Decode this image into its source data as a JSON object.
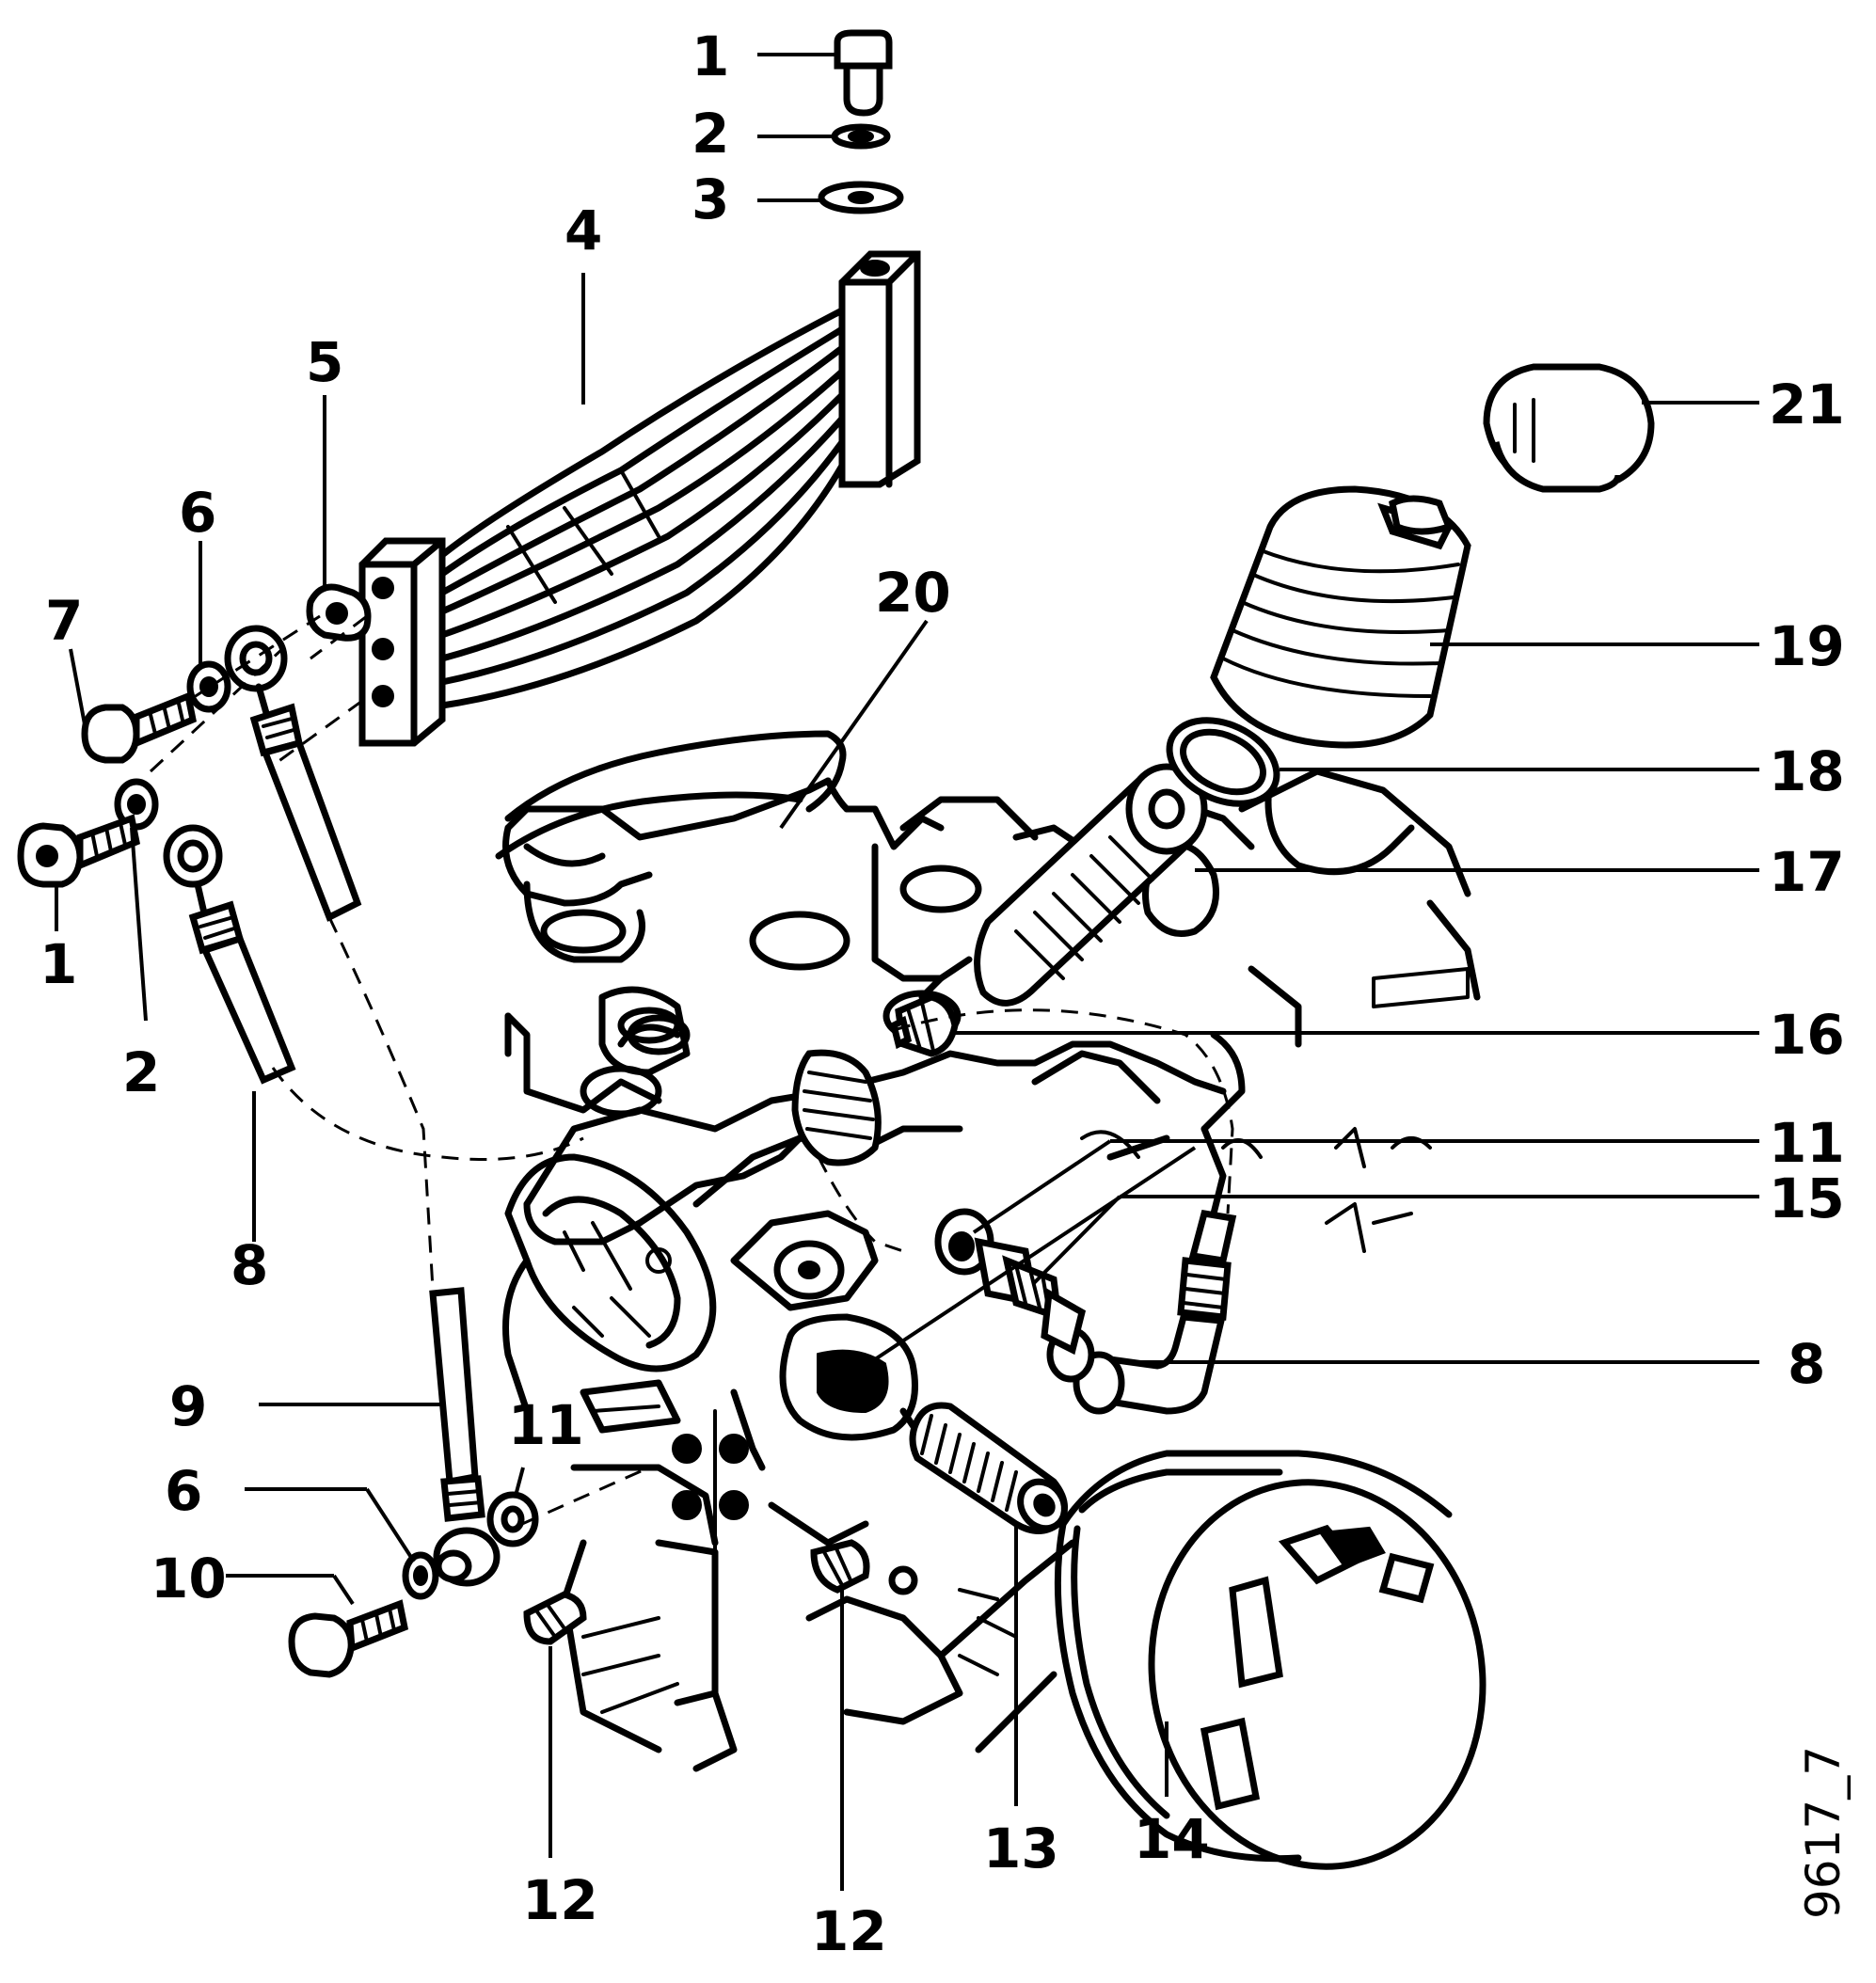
{
  "reference_number": "9617_7",
  "callouts": [
    {
      "id": "c1a",
      "text": "1"
    },
    {
      "id": "c2a",
      "text": "2"
    },
    {
      "id": "c3",
      "text": "3"
    },
    {
      "id": "c4",
      "text": "4"
    },
    {
      "id": "c5",
      "text": "5"
    },
    {
      "id": "c6a",
      "text": "6"
    },
    {
      "id": "c7",
      "text": "7"
    },
    {
      "id": "c1b",
      "text": "1"
    },
    {
      "id": "c2b",
      "text": "2"
    },
    {
      "id": "c20",
      "text": "20"
    },
    {
      "id": "c21",
      "text": "21"
    },
    {
      "id": "c19",
      "text": "19"
    },
    {
      "id": "c18",
      "text": "18"
    },
    {
      "id": "c17",
      "text": "17"
    },
    {
      "id": "c16",
      "text": "16"
    },
    {
      "id": "c11a",
      "text": "11"
    },
    {
      "id": "c15",
      "text": "15"
    },
    {
      "id": "c8a",
      "text": "8"
    },
    {
      "id": "c8b",
      "text": "8"
    },
    {
      "id": "c9",
      "text": "9"
    },
    {
      "id": "c11b",
      "text": "11"
    },
    {
      "id": "c6b",
      "text": "6"
    },
    {
      "id": "c10",
      "text": "10"
    },
    {
      "id": "c12a",
      "text": "12"
    },
    {
      "id": "c12b",
      "text": "12"
    },
    {
      "id": "c13",
      "text": "13"
    },
    {
      "id": "c14",
      "text": "14"
    }
  ],
  "palette": {
    "ink": "#000000",
    "paper": "#ffffff"
  }
}
